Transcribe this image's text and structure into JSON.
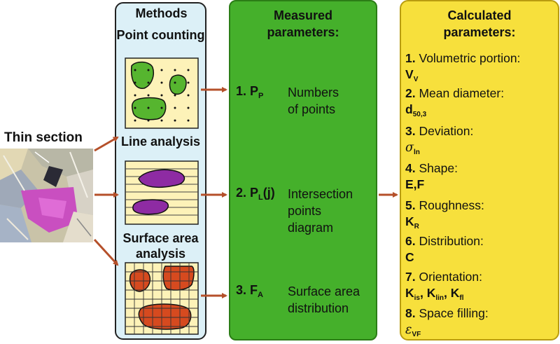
{
  "thin_section": {
    "label": "Thin section"
  },
  "methods": {
    "title": "Methods",
    "point_counting": "Point counting",
    "line_analysis": "Line analysis",
    "surface_area_line1": "Surface area",
    "surface_area_line2": "analysis"
  },
  "measured": {
    "title_line1": "Measured",
    "title_line2": "parameters:",
    "items": [
      {
        "num": "1.",
        "sym": "P",
        "sub": "P",
        "suffix": "",
        "desc1": "Numbers",
        "desc2": "of points",
        "desc3": ""
      },
      {
        "num": "2.",
        "sym": "P",
        "sub": "L",
        "suffix": "(j)",
        "desc1": "Intersection",
        "desc2": "points",
        "desc3": "diagram"
      },
      {
        "num": "3.",
        "sym": "F",
        "sub": "A",
        "suffix": "",
        "desc1": "Surface area",
        "desc2": "distribution",
        "desc3": ""
      }
    ]
  },
  "calculated": {
    "title_line1": "Calculated",
    "title_line2": "parameters:",
    "items": [
      {
        "num": "1.",
        "name": "Volumetric portion:",
        "sym": "V",
        "sub": "V"
      },
      {
        "num": "2.",
        "name": "Mean diameter:",
        "sym": "d",
        "sub": "50,3"
      },
      {
        "num": "3.",
        "name": "Deviation:",
        "sym": "σ",
        "sub": "ln"
      },
      {
        "num": "4.",
        "name": "Shape:",
        "sym": "E,F",
        "sub": ""
      },
      {
        "num": "5.",
        "name": "Roughness:",
        "sym": "K",
        "sub": "R"
      },
      {
        "num": "6.",
        "name": "Distribution:",
        "sym": "C",
        "sub": ""
      },
      {
        "num": "7.",
        "name": "Orientation:",
        "sym1": "K",
        "sub1": "is",
        "sym2": "K",
        "sub2": "lin",
        "sym3": "K",
        "sub3": "fl"
      },
      {
        "num": "8.",
        "name": "Space filling:",
        "sym": "ε",
        "sub": "VF"
      }
    ]
  },
  "colors": {
    "methods_bg": "#dcf0f7",
    "measured_bg": "#45b02b",
    "calculated_bg": "#f7e03c",
    "arrow": "#b5502a",
    "point_grains": "#56b52f",
    "line_grains": "#8e2ba3",
    "surface_grains": "#d64a1f",
    "sample_bg": "#fdf2b8"
  }
}
